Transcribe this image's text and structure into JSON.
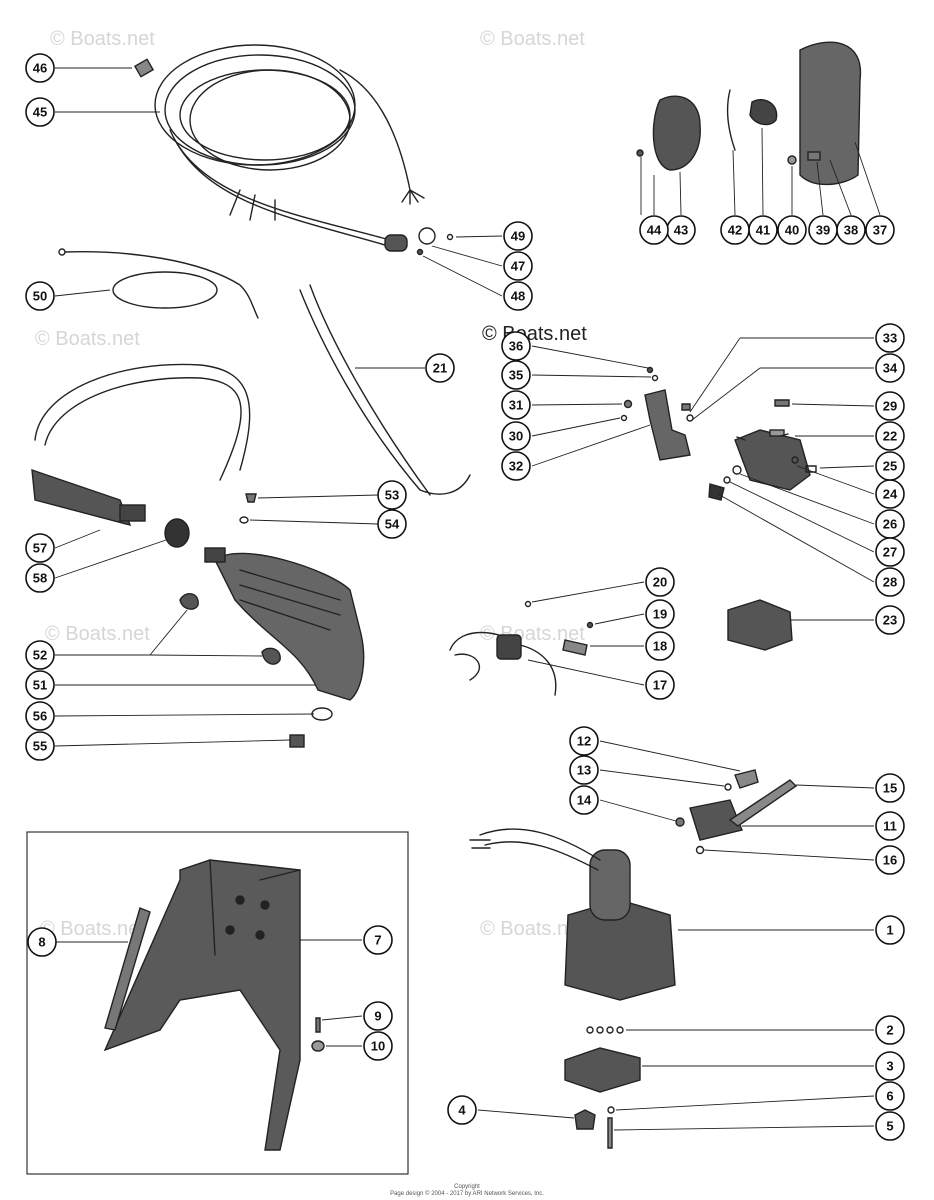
{
  "watermark": "© Boats.net",
  "footer": {
    "line1": "Copyright",
    "line2": "Page design © 2004 - 2017 by ARI Network Services, Inc."
  },
  "callouts": [
    "1",
    "2",
    "3",
    "4",
    "5",
    "6",
    "7",
    "8",
    "9",
    "10",
    "11",
    "12",
    "13",
    "14",
    "15",
    "16",
    "17",
    "18",
    "19",
    "20",
    "21",
    "22",
    "23",
    "24",
    "25",
    "26",
    "27",
    "28",
    "29",
    "30",
    "31",
    "32",
    "33",
    "34",
    "35",
    "36",
    "37",
    "38",
    "39",
    "40",
    "41",
    "42",
    "43",
    "44",
    "45",
    "46",
    "47",
    "48",
    "49",
    "50",
    "51",
    "52",
    "53",
    "54",
    "55",
    "56",
    "57",
    "58"
  ]
}
